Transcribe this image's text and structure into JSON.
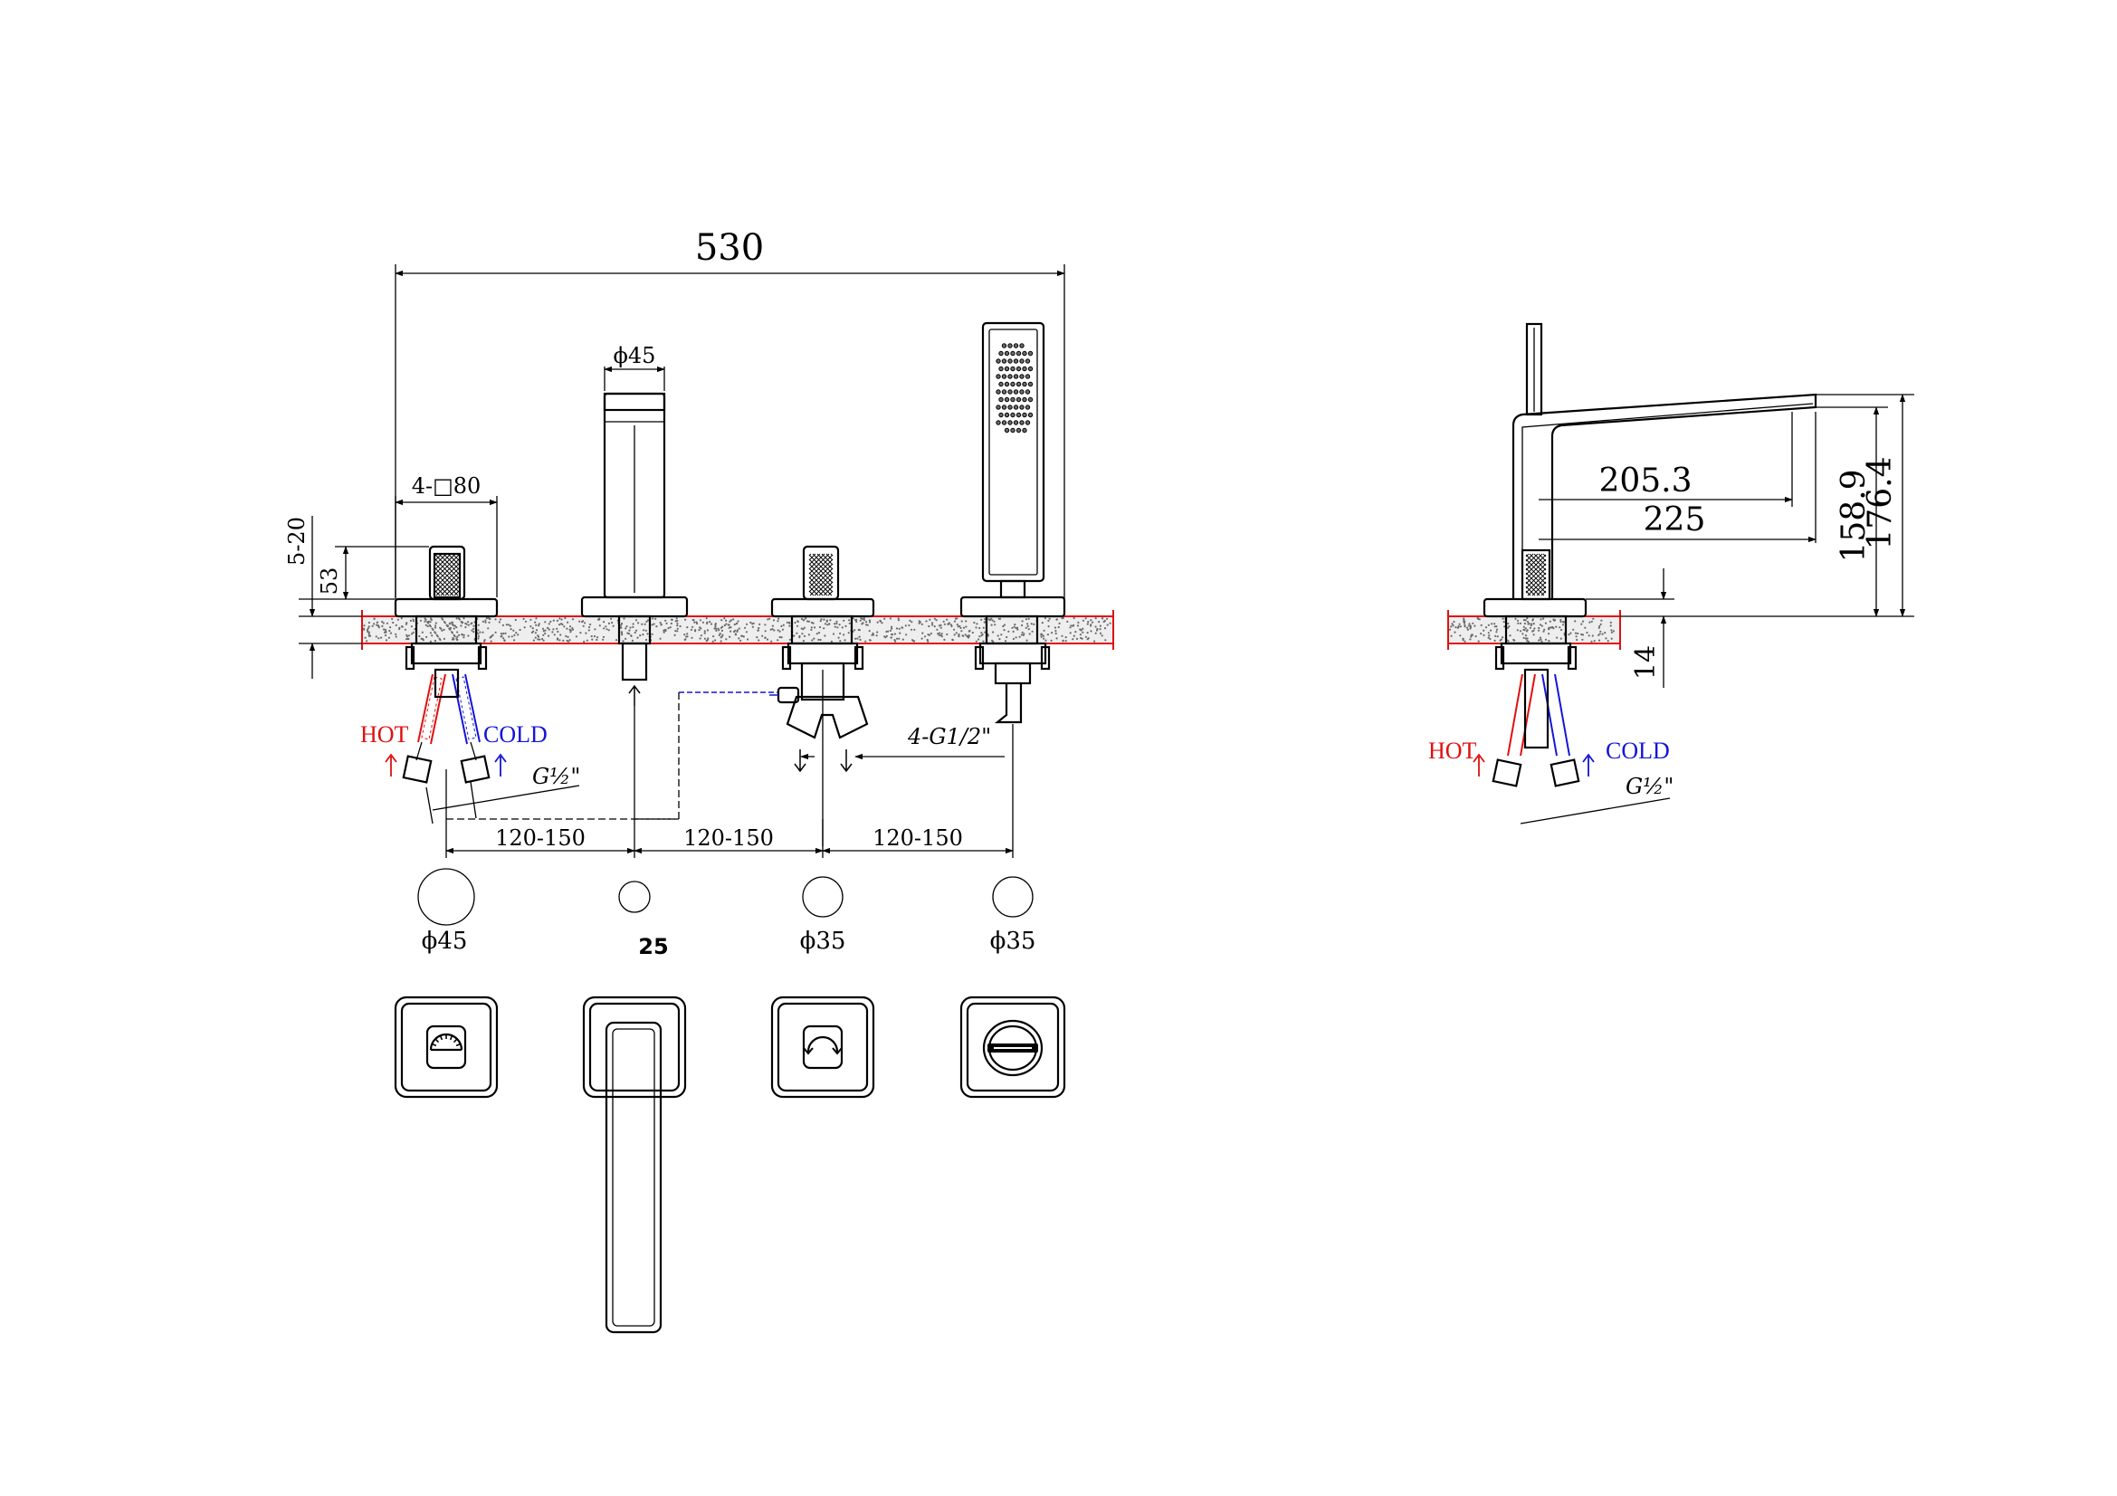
{
  "front_view": {
    "overall_width": "530",
    "spout_diameter": "ϕ45",
    "handle_size": "4-□80",
    "deck_range": "5-20",
    "handle_height": "53",
    "hot_label": "HOT",
    "cold_label": "COLD",
    "inlet_thread": "G½\"",
    "outlet_thread": "4-G1/2\"",
    "spacing_1": "120-150",
    "spacing_2": "120-150",
    "spacing_3": "120-150"
  },
  "hole_sizes": {
    "hole_1": "ϕ45",
    "hole_2": "25",
    "hole_3": "ϕ35",
    "hole_4": "ϕ35"
  },
  "side_view": {
    "inner_reach": "205.3",
    "outer_reach": "225",
    "spout_height": "158.9",
    "total_height": "176.4",
    "base_height": "14",
    "hot_label": "HOT",
    "cold_label": "COLD",
    "inlet_thread": "G½\""
  },
  "colors": {
    "hot": "#e01010",
    "cold": "#1515d8",
    "line": "#000000"
  }
}
